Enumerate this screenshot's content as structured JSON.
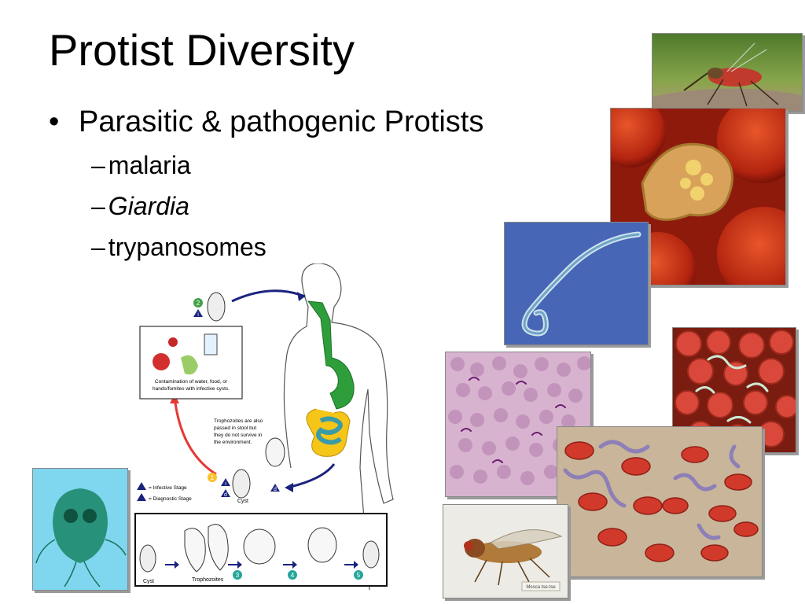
{
  "slide": {
    "title": "Protist Diversity",
    "bullet": {
      "marker": "•",
      "text": "Parasitic & pathogenic Protists"
    },
    "subitems": [
      {
        "dash": "–",
        "text": "malaria",
        "italic": false
      },
      {
        "dash": "–",
        "text": "Giardia",
        "italic": true
      },
      {
        "dash": "–",
        "text": "trypanosomes",
        "italic": false
      }
    ]
  },
  "lifecycle": {
    "contamination_text": [
      "Contamination of water, food, or",
      "hands/fomites with infective cysts."
    ],
    "trophozoite_note": [
      "Trophozoites are also",
      "passed in stool but",
      "they do not survive in",
      "the environment."
    ],
    "legend_infective": "= Infective Stage",
    "legend_diagnostic": "= Diagnostic Stage",
    "cyst_label": "Cyst",
    "bottom_cyst_label": "Cyst",
    "bottom_troph_label": "Trophozoites",
    "markers": {
      "m1": "1",
      "m2": "2",
      "m3": "3",
      "m4": "4",
      "m5": "5",
      "ma": "d",
      "mb": "d",
      "mi": "i",
      "mi2": "i"
    }
  },
  "photos": {
    "tsetse_caption": "Mosca tse-tse"
  },
  "colors": {
    "blood_red": "#c0392b",
    "giardia_bg": "#7fd7ef",
    "arrow_blue": "#1a237e",
    "arrow_red": "#e53935",
    "gut_green": "#2e9e3a",
    "gut_yellow": "#f5c518",
    "gut_teal": "#3a9ba8"
  }
}
